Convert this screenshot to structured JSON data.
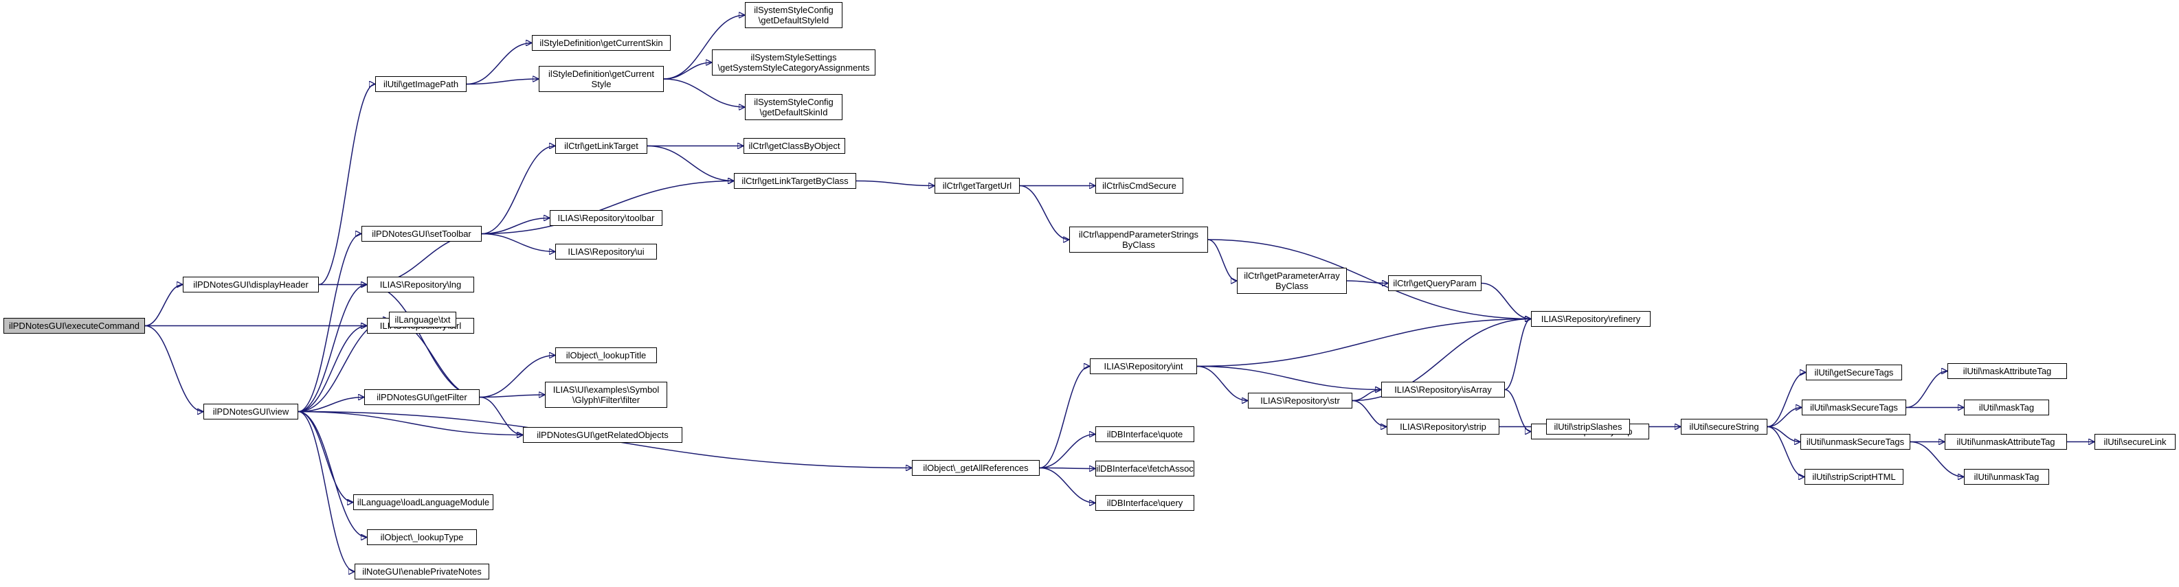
{
  "graph": {
    "edge_color": "#191970",
    "node_border": "#000000",
    "root_fill": "#bfbfbf",
    "node_fill": "#ffffff",
    "nodes": [
      {
        "id": "executeCommand",
        "label": "ilPDNotesGUI\\executeCommand",
        "root": true
      },
      {
        "id": "displayHeader",
        "label": "ilPDNotesGUI\\displayHeader"
      },
      {
        "id": "view",
        "label": "ilPDNotesGUI\\view"
      },
      {
        "id": "getImagePath",
        "label": "ilUtil\\getImagePath"
      },
      {
        "id": "setToolbar",
        "label": "ilPDNotesGUI\\setToolbar"
      },
      {
        "id": "repo_ctrl",
        "label": "ILIAS\\Repository\\ctrl"
      },
      {
        "id": "repo_lng",
        "label": "ILIAS\\Repository\\lng"
      },
      {
        "id": "getFilter",
        "label": "ilPDNotesGUI\\getFilter"
      },
      {
        "id": "lang_txt",
        "label": "ilLanguage\\txt"
      },
      {
        "id": "getRelatedObjects",
        "label": "ilPDNotesGUI\\getRelatedObjects"
      },
      {
        "id": "loadLanguageModule",
        "label": "ilLanguage\\loadLanguageModule"
      },
      {
        "id": "lookupType",
        "label": "ilObject\\_lookupType"
      },
      {
        "id": "enablePrivateNotes",
        "label": "ilNoteGUI\\enablePrivateNotes"
      },
      {
        "id": "getAllReferences",
        "label": "ilObject\\_getAllReferences"
      },
      {
        "id": "getCurrentSkin",
        "label": "ilStyleDefinition\\getCurrentSkin"
      },
      {
        "id": "getCurrentStyle",
        "label": "ilStyleDefinition\\getCurrent\nStyle"
      },
      {
        "id": "getDefaultStyleId",
        "label": "ilSystemStyleConfig\n\\getDefaultStyleId"
      },
      {
        "id": "getSystemStyleCategoryAssignments",
        "label": "ilSystemStyleSettings\n\\getSystemStyleCategoryAssignments"
      },
      {
        "id": "getDefaultSkinId",
        "label": "ilSystemStyleConfig\n\\getDefaultSkinId"
      },
      {
        "id": "getLinkTarget",
        "label": "ilCtrl\\getLinkTarget"
      },
      {
        "id": "getClassByObject",
        "label": "ilCtrl\\getClassByObject"
      },
      {
        "id": "getLinkTargetByClass",
        "label": "ilCtrl\\getLinkTargetByClass"
      },
      {
        "id": "repo_toolbar",
        "label": "ILIAS\\Repository\\toolbar"
      },
      {
        "id": "repo_ui",
        "label": "ILIAS\\Repository\\ui"
      },
      {
        "id": "lookupTitle",
        "label": "ilObject\\_lookupTitle"
      },
      {
        "id": "symbol_filter",
        "label": "ILIAS\\UI\\examples\\Symbol\n\\Glyph\\Filter\\filter"
      },
      {
        "id": "getTargetUrl",
        "label": "ilCtrl\\getTargetUrl"
      },
      {
        "id": "isCmdSecure",
        "label": "ilCtrl\\isCmdSecure"
      },
      {
        "id": "appendParameterStringsByClass",
        "label": "ilCtrl\\appendParameterStrings\nByClass"
      },
      {
        "id": "getParameterArrayByClass",
        "label": "ilCtrl\\getParameterArray\nByClass"
      },
      {
        "id": "getQueryParam",
        "label": "ilCtrl\\getQueryParam"
      },
      {
        "id": "repo_refinery",
        "label": "ILIAS\\Repository\\refinery"
      },
      {
        "id": "repo_int",
        "label": "ILIAS\\Repository\\int"
      },
      {
        "id": "repo_str",
        "label": "ILIAS\\Repository\\str"
      },
      {
        "id": "repo_isArray",
        "label": "ILIAS\\Repository\\isArray"
      },
      {
        "id": "repo_http",
        "label": "ILIAS\\Repository\\http"
      },
      {
        "id": "repo_strip",
        "label": "ILIAS\\Repository\\strip"
      },
      {
        "id": "db_quote",
        "label": "ilDBInterface\\quote"
      },
      {
        "id": "db_fetchAssoc",
        "label": "ilDBInterface\\fetchAssoc"
      },
      {
        "id": "db_query",
        "label": "ilDBInterface\\query"
      },
      {
        "id": "stripSlashes",
        "label": "ilUtil\\stripSlashes"
      },
      {
        "id": "secureString",
        "label": "ilUtil\\secureString"
      },
      {
        "id": "getSecureTags",
        "label": "ilUtil\\getSecureTags"
      },
      {
        "id": "maskSecureTags",
        "label": "ilUtil\\maskSecureTags"
      },
      {
        "id": "unmaskSecureTags",
        "label": "ilUtil\\unmaskSecureTags"
      },
      {
        "id": "stripScriptHTML",
        "label": "ilUtil\\stripScriptHTML"
      },
      {
        "id": "maskAttributeTag",
        "label": "ilUtil\\maskAttributeTag"
      },
      {
        "id": "maskTag",
        "label": "ilUtil\\maskTag"
      },
      {
        "id": "unmaskAttributeTag",
        "label": "ilUtil\\unmaskAttributeTag"
      },
      {
        "id": "unmaskTag",
        "label": "ilUtil\\unmaskTag"
      },
      {
        "id": "secureLink",
        "label": "ilUtil\\secureLink"
      }
    ],
    "edges": [
      [
        "executeCommand",
        "displayHeader"
      ],
      [
        "executeCommand",
        "repo_ctrl"
      ],
      [
        "executeCommand",
        "view"
      ],
      [
        "displayHeader",
        "getImagePath"
      ],
      [
        "displayHeader",
        "repo_lng"
      ],
      [
        "view",
        "setToolbar"
      ],
      [
        "view",
        "repo_ctrl"
      ],
      [
        "view",
        "repo_lng"
      ],
      [
        "view",
        "getFilter"
      ],
      [
        "view",
        "lang_txt"
      ],
      [
        "view",
        "getRelatedObjects"
      ],
      [
        "view",
        "loadLanguageModule"
      ],
      [
        "view",
        "lookupType"
      ],
      [
        "view",
        "enablePrivateNotes"
      ],
      [
        "view",
        "getAllReferences"
      ],
      [
        "getImagePath",
        "getCurrentSkin"
      ],
      [
        "getImagePath",
        "getCurrentStyle"
      ],
      [
        "getCurrentStyle",
        "getDefaultStyleId"
      ],
      [
        "getCurrentStyle",
        "getSystemStyleCategoryAssignments"
      ],
      [
        "getCurrentStyle",
        "getDefaultSkinId"
      ],
      [
        "setToolbar",
        "getLinkTarget"
      ],
      [
        "setToolbar",
        "getLinkTargetByClass"
      ],
      [
        "setToolbar",
        "repo_toolbar"
      ],
      [
        "setToolbar",
        "repo_ui"
      ],
      [
        "setToolbar",
        "repo_lng"
      ],
      [
        "getFilter",
        "repo_lng"
      ],
      [
        "getFilter",
        "lang_txt"
      ],
      [
        "getFilter",
        "lookupTitle"
      ],
      [
        "getFilter",
        "symbol_filter"
      ],
      [
        "getFilter",
        "getRelatedObjects"
      ],
      [
        "getLinkTarget",
        "getClassByObject"
      ],
      [
        "getLinkTarget",
        "getLinkTargetByClass"
      ],
      [
        "getLinkTargetByClass",
        "getTargetUrl"
      ],
      [
        "getTargetUrl",
        "isCmdSecure"
      ],
      [
        "getTargetUrl",
        "appendParameterStringsByClass"
      ],
      [
        "appendParameterStringsByClass",
        "getParameterArrayByClass"
      ],
      [
        "appendParameterStringsByClass",
        "repo_refinery"
      ],
      [
        "getParameterArrayByClass",
        "getQueryParam"
      ],
      [
        "getQueryParam",
        "repo_refinery"
      ],
      [
        "getAllReferences",
        "repo_int"
      ],
      [
        "getAllReferences",
        "db_quote"
      ],
      [
        "getAllReferences",
        "db_fetchAssoc"
      ],
      [
        "getAllReferences",
        "db_query"
      ],
      [
        "repo_int",
        "repo_refinery"
      ],
      [
        "repo_int",
        "repo_str"
      ],
      [
        "repo_int",
        "repo_isArray"
      ],
      [
        "repo_str",
        "repo_refinery"
      ],
      [
        "repo_str",
        "repo_isArray"
      ],
      [
        "repo_str",
        "repo_strip"
      ],
      [
        "repo_isArray",
        "repo_refinery"
      ],
      [
        "repo_isArray",
        "repo_http"
      ],
      [
        "repo_strip",
        "stripSlashes"
      ],
      [
        "stripSlashes",
        "secureString"
      ],
      [
        "secureString",
        "getSecureTags"
      ],
      [
        "secureString",
        "maskSecureTags"
      ],
      [
        "secureString",
        "unmaskSecureTags"
      ],
      [
        "secureString",
        "stripScriptHTML"
      ],
      [
        "maskSecureTags",
        "maskAttributeTag"
      ],
      [
        "maskSecureTags",
        "maskTag"
      ],
      [
        "unmaskSecureTags",
        "unmaskAttributeTag"
      ],
      [
        "unmaskSecureTags",
        "unmaskTag"
      ],
      [
        "unmaskAttributeTag",
        "secureLink"
      ]
    ]
  }
}
